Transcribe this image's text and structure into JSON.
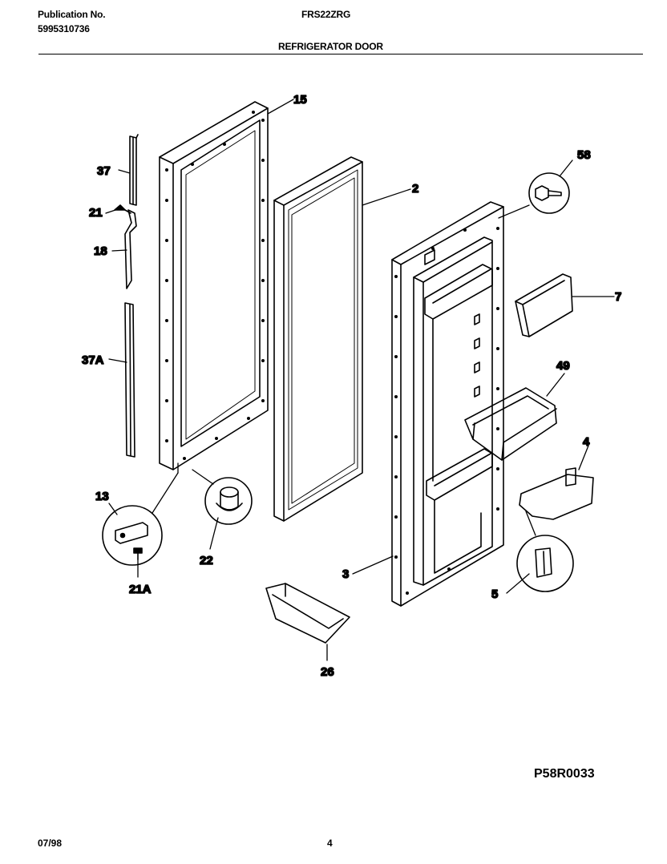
{
  "header": {
    "publication_label": "Publication No.",
    "publication_number": "5995310736",
    "model": "FRS22ZRG",
    "section_title": "REFRIGERATOR DOOR"
  },
  "callouts": {
    "c15": "15",
    "c2": "2",
    "c58": "58",
    "c37": "37",
    "c21": "21",
    "c18": "18",
    "c37a": "37A",
    "c7": "7",
    "c49": "49",
    "c4": "4",
    "c13": "13",
    "c22": "22",
    "c21a": "21A",
    "c3": "3",
    "c5": "5",
    "c26": "26"
  },
  "diagram_code": "P58R0033",
  "footer": {
    "date": "07/98",
    "page": "4"
  }
}
